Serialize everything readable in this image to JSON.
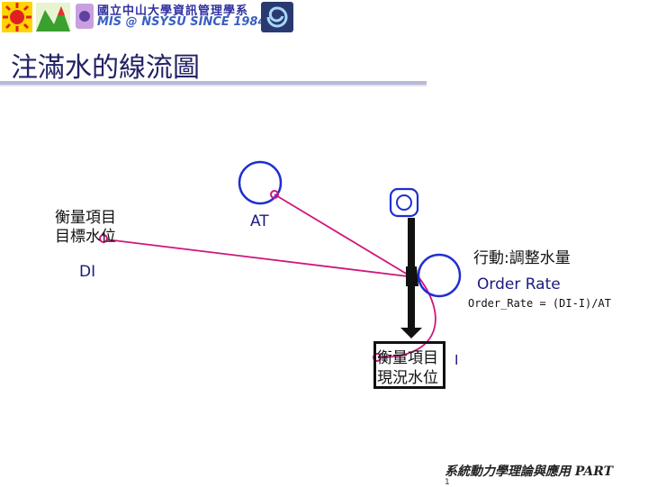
{
  "header": {
    "school": "國立中山大學資訊管理學系",
    "dept": "MIS @ NSYSU SINCE 1984"
  },
  "title": "注滿水的線流圖",
  "diagram": {
    "target_label_1": "衡量項目",
    "target_label_2": "目標水位",
    "target_var": "DI",
    "at_var": "AT",
    "action_label": "行動:調整水量",
    "flow_var": "Order Rate",
    "formula": "Order_Rate = (DI-I)/AT",
    "stock_label_1": "衡量項目",
    "stock_label_2": "現況水位",
    "stock_var": "I"
  },
  "footer": {
    "text": "系統動力學理論與應用 PART",
    "mark": "1"
  },
  "colors": {
    "converter": "#1f2fd0",
    "connector": "#d0157a",
    "title": "#222266"
  }
}
